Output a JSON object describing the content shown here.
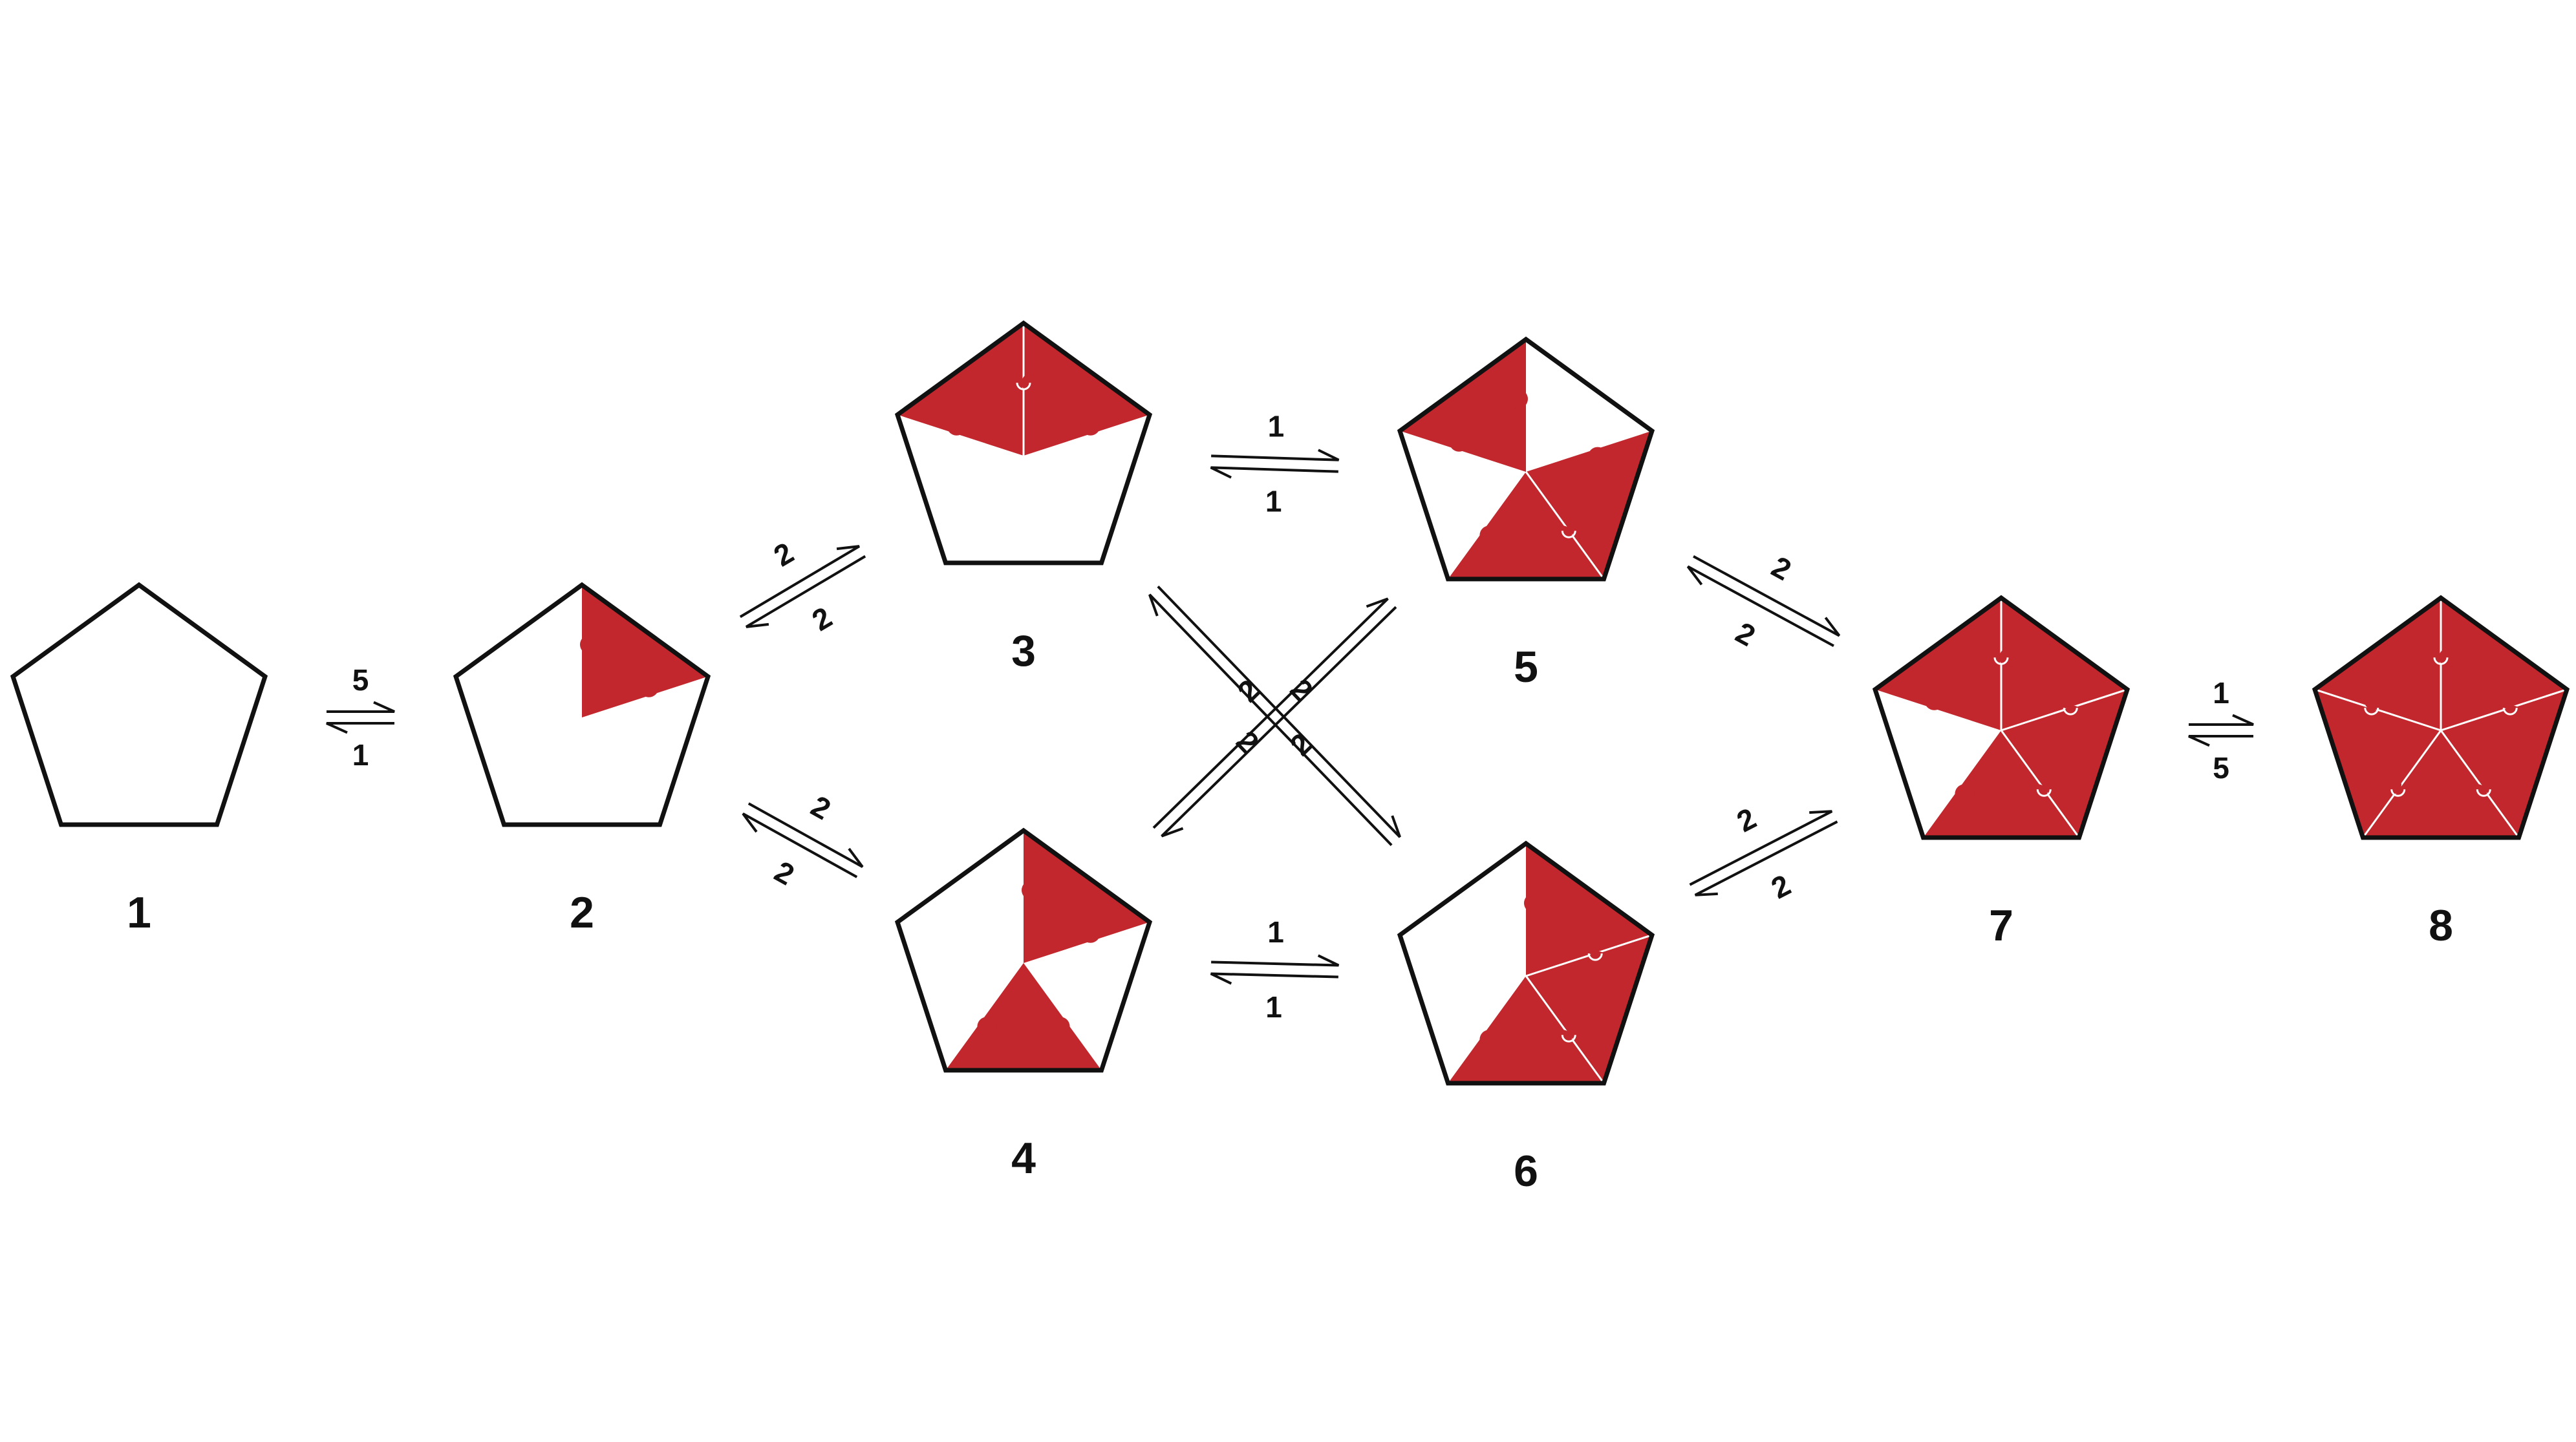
{
  "colors": {
    "filled_sector": "#c1272d",
    "outline": "#111111",
    "background": "#ffffff",
    "sector_divider": "#ffffff"
  },
  "states": [
    {
      "label": "1",
      "filled_sectors": []
    },
    {
      "label": "2",
      "filled_sectors": [
        0
      ]
    },
    {
      "label": "3",
      "filled_sectors": [
        0,
        4
      ]
    },
    {
      "label": "4",
      "filled_sectors": [
        0,
        2
      ]
    },
    {
      "label": "5",
      "filled_sectors": [
        1,
        2,
        4
      ]
    },
    {
      "label": "6",
      "filled_sectors": [
        0,
        1,
        2
      ]
    },
    {
      "label": "7",
      "filled_sectors": [
        0,
        1,
        2,
        4
      ]
    },
    {
      "label": "8",
      "filled_sectors": [
        0,
        1,
        2,
        3,
        4
      ]
    }
  ],
  "transitions": [
    {
      "from": "1",
      "to": "2",
      "forward_rate": "5",
      "backward_rate": "1"
    },
    {
      "from": "2",
      "to": "3",
      "forward_rate": "2",
      "backward_rate": "2"
    },
    {
      "from": "2",
      "to": "4",
      "forward_rate": "2",
      "backward_rate": "2"
    },
    {
      "from": "3",
      "to": "5",
      "forward_rate": "1",
      "backward_rate": "1"
    },
    {
      "from": "4",
      "to": "6",
      "forward_rate": "1",
      "backward_rate": "1"
    },
    {
      "from": "3",
      "to": "6",
      "forward_rate": "2",
      "backward_rate": "2"
    },
    {
      "from": "4",
      "to": "5",
      "forward_rate": "2",
      "backward_rate": "2"
    },
    {
      "from": "5",
      "to": "7",
      "forward_rate": "2",
      "backward_rate": "2"
    },
    {
      "from": "6",
      "to": "7",
      "forward_rate": "2",
      "backward_rate": "2"
    },
    {
      "from": "7",
      "to": "8",
      "forward_rate": "1",
      "backward_rate": "5"
    }
  ]
}
